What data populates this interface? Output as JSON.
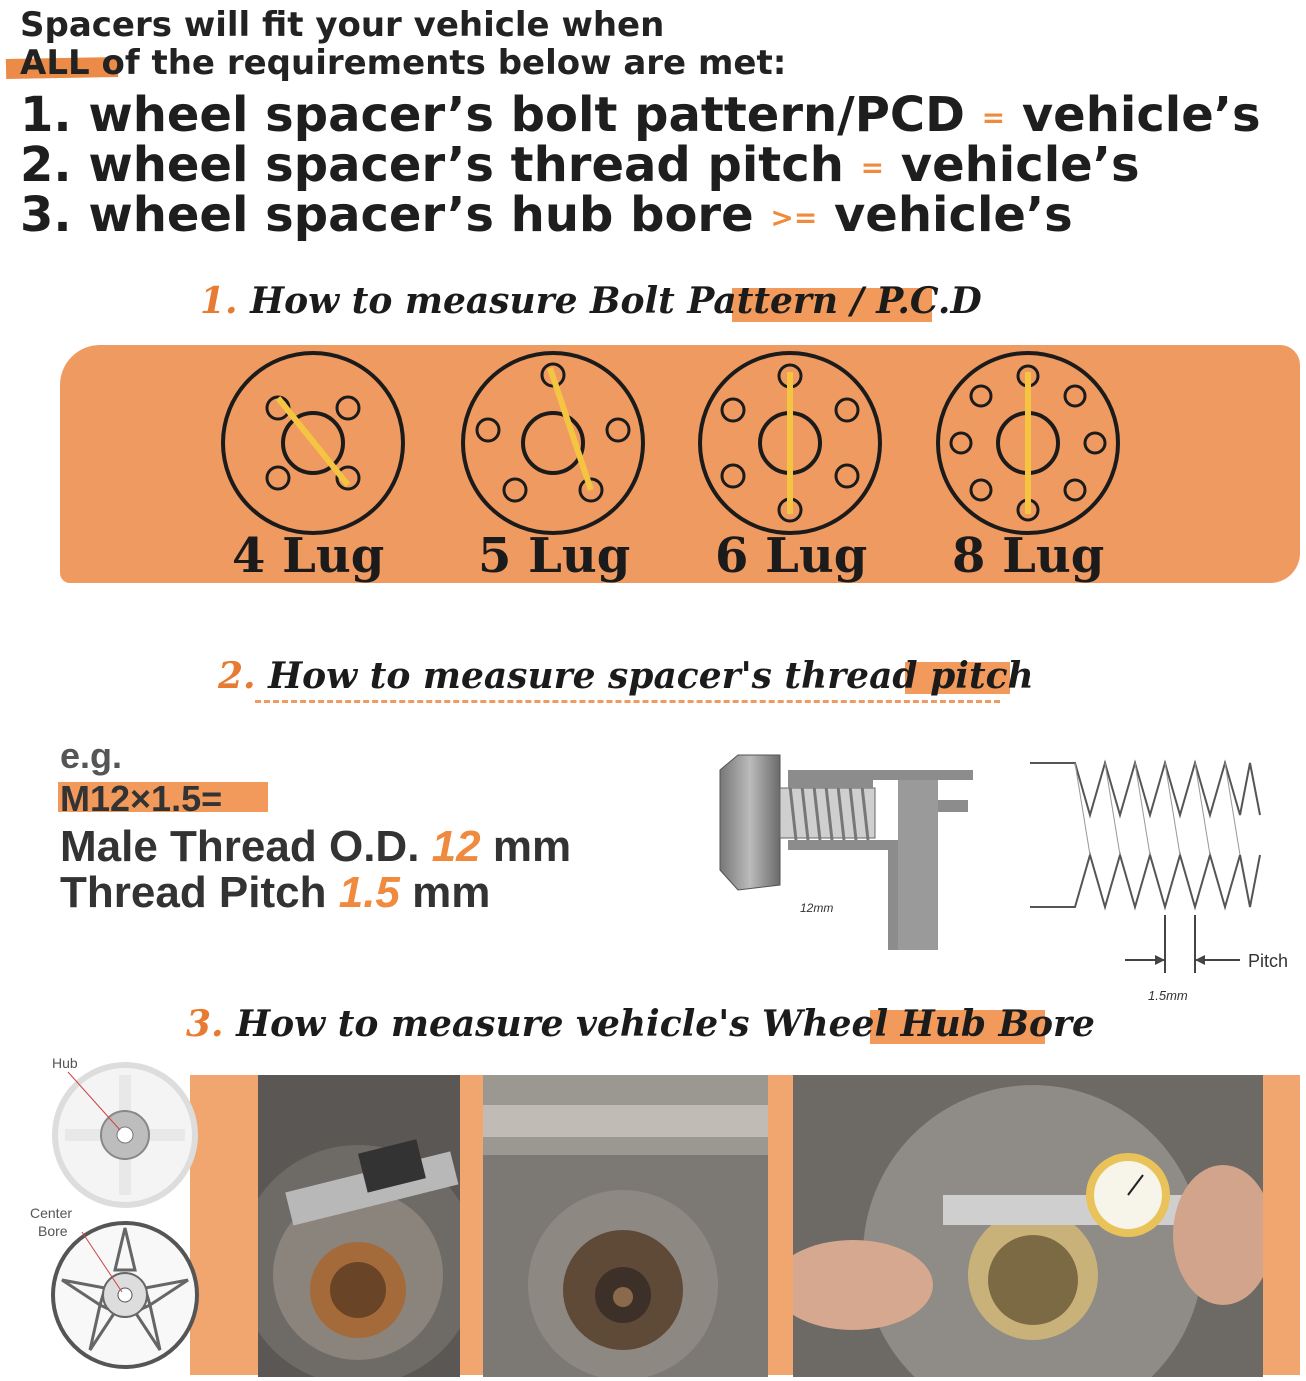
{
  "intro": {
    "line1": "Spacers will fit your vehicle when",
    "line2": "ALL of the requirements below are met:"
  },
  "requirements": [
    {
      "num": "1.",
      "text": "wheel spacer’s bolt pattern/PCD",
      "op": "=",
      "tail": "vehicle’s"
    },
    {
      "num": "2.",
      "text": "wheel spacer’s thread pitch",
      "op": "=",
      "tail": "vehicle’s"
    },
    {
      "num": "3.",
      "text": "wheel spacer’s hub bore",
      "op": ">=",
      "tail": "vehicle’s"
    }
  ],
  "section1": {
    "num": "1.",
    "title": "How to measure Bolt Pattern / P.C.D",
    "lugs": [
      "4 Lug",
      "5 Lug",
      "6 Lug",
      "8 Lug"
    ]
  },
  "section2": {
    "num": "2.",
    "title": "How to measure spacer's thread pitch",
    "eg": "e.g.",
    "formula": "M12×1.5=",
    "od_label": "Male Thread O.D.",
    "od_value": "12",
    "od_unit": "mm",
    "pitch_label": "Thread Pitch",
    "pitch_value": "1.5",
    "pitch_unit": "mm",
    "caliper_label": "12mm",
    "pitch_diagram_label": "Pitch",
    "pitch_diagram_value": "1.5mm"
  },
  "section3": {
    "num": "3.",
    "title": "How to measure vehicle's Wheel Hub Bore",
    "hub_label": "Hub",
    "center_label_1": "Center",
    "center_label_2": "Bore"
  },
  "colors": {
    "accent": "#ef8a3e",
    "band": "#ef9a60",
    "yellow": "#f5c542"
  }
}
